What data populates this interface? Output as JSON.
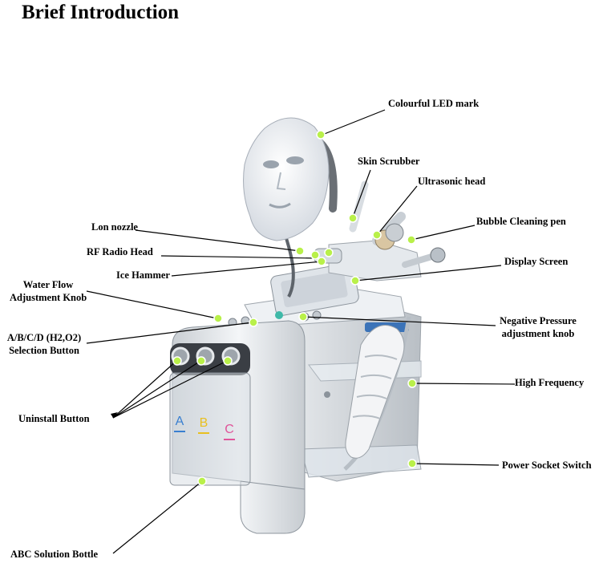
{
  "title": "Brief Introduction",
  "labels": {
    "led_mask": "Colourful LED mark",
    "skin_scrubber": "Skin Scrubber",
    "ultrasonic_head": "Ultrasonic head",
    "bubble_pen": "Bubble Cleaning pen",
    "ion_nozzle": "Lon nozzle",
    "rf_head": "RF Radio Head",
    "ice_hammer": "Ice Hammer",
    "display_screen": "Display Screen",
    "water_flow_1": "Water Flow",
    "water_flow_2": "Adjustment Knob",
    "selection_1": "A/B/C/D (H2,O2)",
    "selection_2": "Selection Button",
    "negative_pressure_1": "Negative Pressure",
    "negative_pressure_2": "adjustment knob",
    "high_frequency": "High Frequency",
    "uninstall": "Uninstall Button",
    "power_switch": "Power Socket Switch",
    "abc_bottle": "ABC Solution Bottle"
  },
  "bottle_letters": [
    "A",
    "B",
    "C"
  ],
  "colors": {
    "marker": "#b9f04a",
    "bottle_a": "#3a7fd0",
    "bottle_b": "#e8c020",
    "bottle_c": "#e0559a"
  }
}
